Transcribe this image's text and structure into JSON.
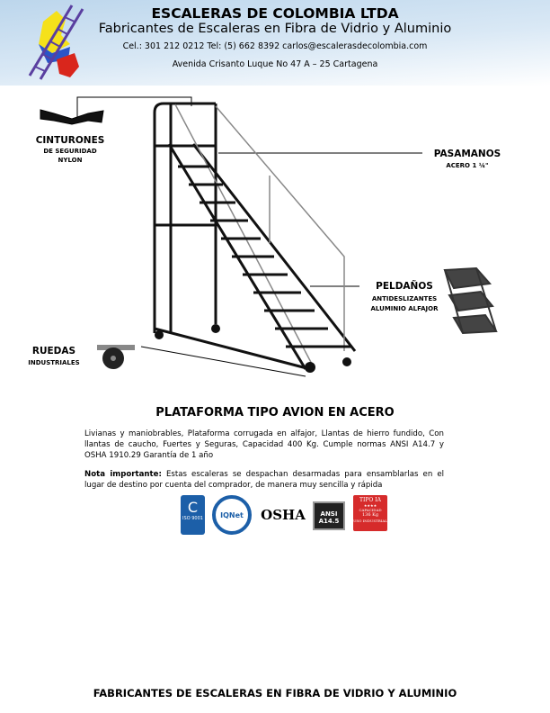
{
  "header": {
    "company": "ESCALERAS DE COLOMBIA LTDA",
    "tagline": "Fabricantes de Escaleras en Fibra de Vidrio y Aluminio",
    "contact": "Cel.: 301 212 0212 Tel: (5) 662 8392 carlos@escalerasdecolombia.com",
    "address": "Avenida Crisanto Luque No 47 A – 25 Cartagena"
  },
  "callouts": {
    "belts": {
      "title": "CINTURONES",
      "line1": "DE SEGURIDAD",
      "line2": "NYLON"
    },
    "handrail": {
      "title": "PASAMANOS",
      "line1": "ACERO 1 ¼\""
    },
    "steps": {
      "title": "PELDAÑOS",
      "line1": "ANTIDESLIZANTES",
      "line2": "ALUMINIO ALFAJOR"
    },
    "wheels": {
      "title": "RUEDAS",
      "line1": "INDUSTRIALES"
    }
  },
  "product": {
    "title": "PLATAFORMA TIPO AVION EN ACERO",
    "description": "Livianas y maniobrables, Plataforma corrugada en alfajor, Llantas de hierro fundido, Con llantas de caucho, Fuertes y Seguras, Capacidad 400 Kg. Cumple normas ANSI A14.7 y OSHA 1910.29 Garantía de 1 año",
    "note_label": "Nota importante:",
    "note_text": " Estas escaleras se despachan desarmadas para ensamblarlas en el lugar de destino por cuenta del comprador, de manera muy sencilla y rápida"
  },
  "certifications": {
    "iso": "ISO 9001",
    "iqnet": "IQNet",
    "osha": "OSHA",
    "ansi": "ANSI",
    "ansi_code": "A14.5",
    "tipo": "TIPO IA",
    "tipo_stars": "★★★★",
    "tipo_cap": "CAPACIDAD",
    "tipo_kg": "136 Kg",
    "tipo_use": "USO INDUSTRIAL"
  },
  "footer": "FABRICANTES DE ESCALERAS EN FIBRA DE VIDRIO Y ALUMINIO",
  "colors": {
    "header_bg": "#bcd6ec",
    "ladder_logo": "#5a3fa0",
    "tipo_red": "#d62b2b",
    "iso_blue": "#1c5fa8"
  }
}
